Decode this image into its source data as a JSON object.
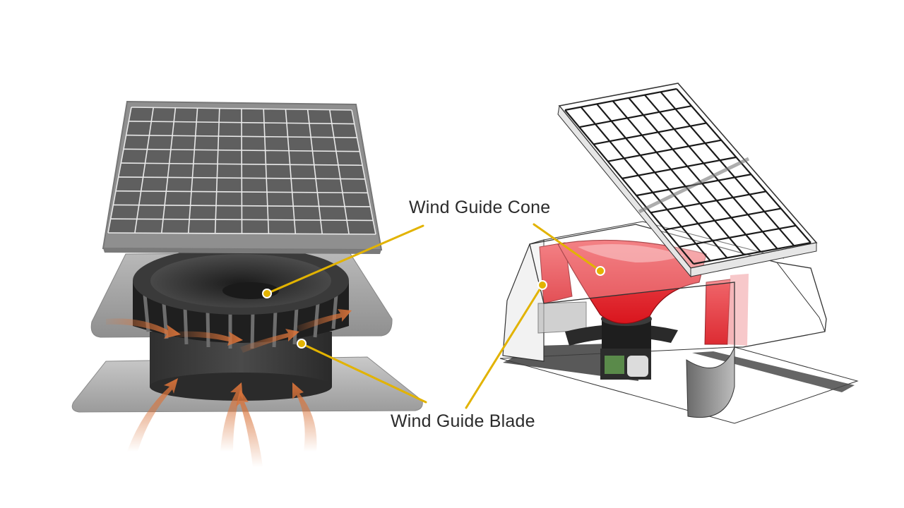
{
  "labels": {
    "cone": "Wind Guide Cone",
    "blade": "Wind Guide Blade"
  },
  "colors": {
    "leader_line": "#e2b300",
    "highlight_red": "#e8232a",
    "airflow_arrow": "#d9733a",
    "panel_frame": "#9a9a9a",
    "cell_grid": "#ffffff"
  },
  "icons": {
    "left_object": "solar-attic-fan-photo",
    "right_object": "solar-attic-fan-cutaway-drawing"
  }
}
